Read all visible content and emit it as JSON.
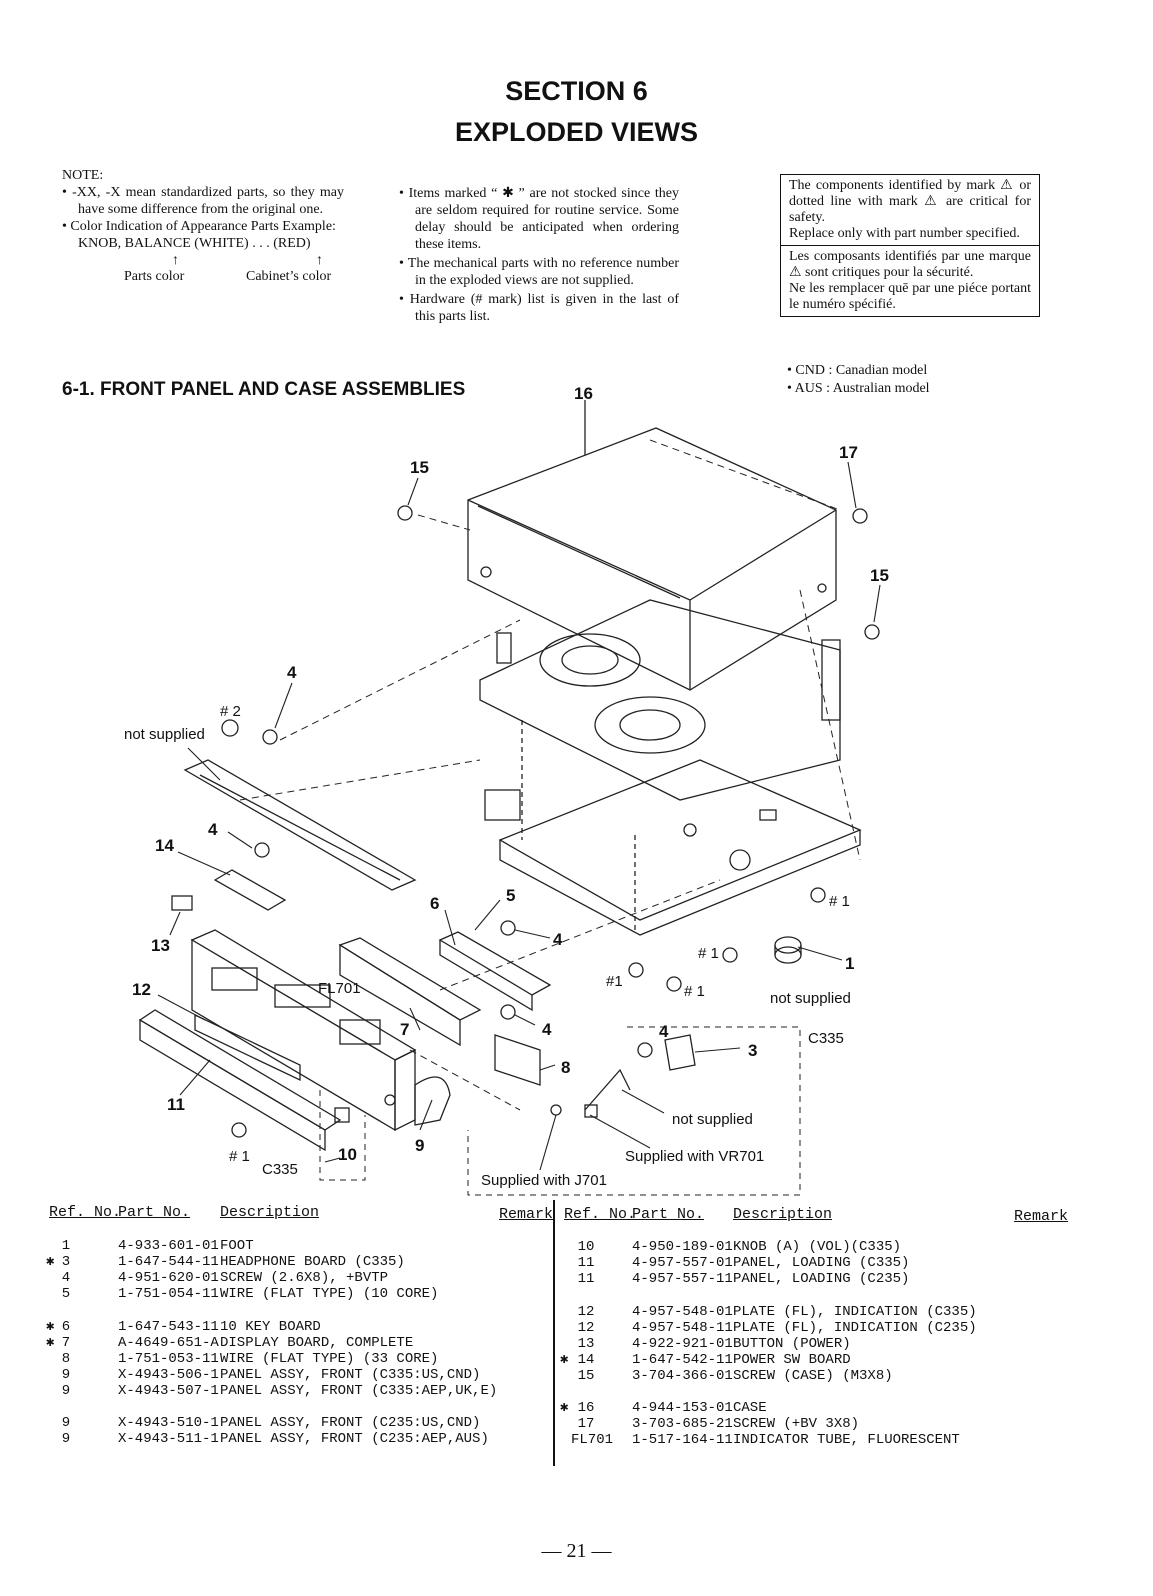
{
  "section": {
    "line1": "SECTION 6",
    "line2": "EXPLODED VIEWS"
  },
  "note": {
    "label": "NOTE:",
    "col1": [
      "• -XX, -X mean standardized parts, so they may have some difference from the original one.",
      "• Color Indication of Appearance Parts Example:"
    ],
    "example_line": "KNOB, BALANCE (WHITE) . . . (RED)",
    "arrow": "↑",
    "parts_color": "Parts color",
    "cabinet_color": "Cabinet’s color",
    "col2": [
      "• Items marked “ ✱ ” are not stocked since they are seldom required for routine service. Some delay should be anticipated when ordering these items.",
      "• The mechanical parts with no reference number in the exploded views are not supplied.",
      "• Hardware (# mark) list is given in the last of this parts list."
    ]
  },
  "warning": {
    "en1": "The components identified by mark ⚠ or dotted line with mark ⚠ are critical for safety.",
    "en2": "Replace only with part number specified.",
    "fr1": "Les composants identifiés par une marque ⚠ sont critiques pour la sécurité.",
    "fr2": "Ne les remplacer quē par une piéce portant le numéro spécifié."
  },
  "models": {
    "cnd": "• CND : Canadian model",
    "aus": "• AUS : Australian model"
  },
  "subsection": "6-1.   FRONT PANEL AND CASE ASSEMBLIES",
  "callouts": {
    "c16": "16",
    "c15a": "15",
    "c17": "17",
    "c15b": "15",
    "c4a": "4",
    "h2": "# 2",
    "c14": "14",
    "c4b": "4",
    "c13": "13",
    "c6": "6",
    "c5": "5",
    "c4c": "4",
    "c12": "12",
    "c7": "7",
    "c4d": "4",
    "c8": "8",
    "c11": "11",
    "c9": "9",
    "c10": "10",
    "c1": "1",
    "c3": "3",
    "c4e": "4",
    "h1a": "# 1",
    "h1b": "# 1",
    "h1c": "#1",
    "h1d": "# 1",
    "h1e": "# 1"
  },
  "labels": {
    "not_supplied_a": "not supplied",
    "not_supplied_b": "not supplied",
    "not_supplied_c": "not supplied",
    "fl701": "FL701",
    "c335a": "C335",
    "c335b": "C335",
    "supplied_vr701": "Supplied with VR701",
    "supplied_j701": "Supplied with J701"
  },
  "table_headers": {
    "ref": "Ref. No.",
    "part": "Part No.",
    "desc": "Description",
    "remark": "Remark"
  },
  "left_rows": [
    {
      "mark": "",
      "ref": "1",
      "part": "4-933-601-01",
      "desc": "FOOT"
    },
    {
      "mark": "✱",
      "ref": "3",
      "part": "1-647-544-11",
      "desc": "HEADPHONE BOARD (C335)"
    },
    {
      "mark": "",
      "ref": "4",
      "part": "4-951-620-01",
      "desc": "SCREW (2.6X8), +BVTP"
    },
    {
      "mark": "",
      "ref": "5",
      "part": "1-751-054-11",
      "desc": "WIRE (FLAT TYPE) (10 CORE)"
    },
    {
      "mark": "✱",
      "ref": "6",
      "part": "1-647-543-11",
      "desc": "10 KEY BOARD"
    },
    {
      "mark": "✱",
      "ref": "7",
      "part": "A-4649-651-A",
      "desc": "DISPLAY BOARD, COMPLETE"
    },
    {
      "mark": "",
      "ref": "8",
      "part": "1-751-053-11",
      "desc": "WIRE (FLAT TYPE) (33 CORE)"
    },
    {
      "mark": "",
      "ref": "9",
      "part": "X-4943-506-1",
      "desc": "PANEL ASSY, FRONT (C335:US,CND)"
    },
    {
      "mark": "",
      "ref": "9",
      "part": "X-4943-507-1",
      "desc": "PANEL ASSY, FRONT (C335:AEP,UK,E)"
    },
    {
      "mark": "",
      "ref": "9",
      "part": "X-4943-510-1",
      "desc": "PANEL ASSY, FRONT (C235:US,CND)"
    },
    {
      "mark": "",
      "ref": "9",
      "part": "X-4943-511-1",
      "desc": "PANEL ASSY, FRONT (C235:AEP,AUS)"
    }
  ],
  "right_rows": [
    {
      "mark": "",
      "ref": "10",
      "part": "4-950-189-01",
      "desc": "KNOB (A) (VOL)(C335)"
    },
    {
      "mark": "",
      "ref": "11",
      "part": "4-957-557-01",
      "desc": "PANEL, LOADING (C335)"
    },
    {
      "mark": "",
      "ref": "11",
      "part": "4-957-557-11",
      "desc": "PANEL, LOADING (C235)"
    },
    {
      "mark": "",
      "ref": "12",
      "part": "4-957-548-01",
      "desc": "PLATE (FL), INDICATION (C335)"
    },
    {
      "mark": "",
      "ref": "12",
      "part": "4-957-548-11",
      "desc": "PLATE (FL), INDICATION (C235)"
    },
    {
      "mark": "",
      "ref": "13",
      "part": "4-922-921-01",
      "desc": "BUTTON (POWER)"
    },
    {
      "mark": "✱",
      "ref": "14",
      "part": "1-647-542-11",
      "desc": "POWER SW BOARD"
    },
    {
      "mark": "",
      "ref": "15",
      "part": "3-704-366-01",
      "desc": "SCREW (CASE) (M3X8)"
    },
    {
      "mark": "✱",
      "ref": "16",
      "part": "4-944-153-01",
      "desc": "CASE"
    },
    {
      "mark": "",
      "ref": "17",
      "part": "3-703-685-21",
      "desc": "SCREW (+BV 3X8)"
    },
    {
      "mark": "",
      "ref": "FL701",
      "part": "1-517-164-11",
      "desc": "INDICATOR TUBE, FLUORESCENT"
    }
  ],
  "page_number": "— 21 —"
}
